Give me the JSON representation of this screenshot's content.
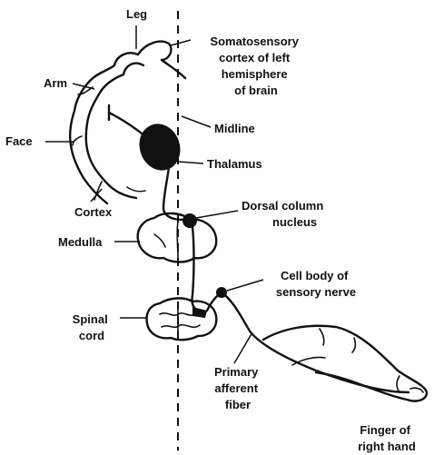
{
  "labels": {
    "leg": "Leg",
    "arm": "Arm",
    "face": "Face",
    "cortex": "Cortex",
    "somatosensory": [
      "Somatosensory",
      "cortex of left",
      "hemisphere",
      "of brain"
    ],
    "midline": "Midline",
    "thalamus": "Thalamus",
    "dorsal_column": [
      "Dorsal column",
      "nucleus"
    ],
    "medulla": "Medulla",
    "cell_body": [
      "Cell body of",
      "sensory nerve"
    ],
    "spinal_cord": [
      "Spinal",
      "cord"
    ],
    "primary_afferent": [
      "Primary",
      "afferent",
      "fiber"
    ],
    "finger": [
      "Finger of",
      "right hand"
    ]
  },
  "colors": {
    "ink": "#111111",
    "background": "#ffffff"
  }
}
